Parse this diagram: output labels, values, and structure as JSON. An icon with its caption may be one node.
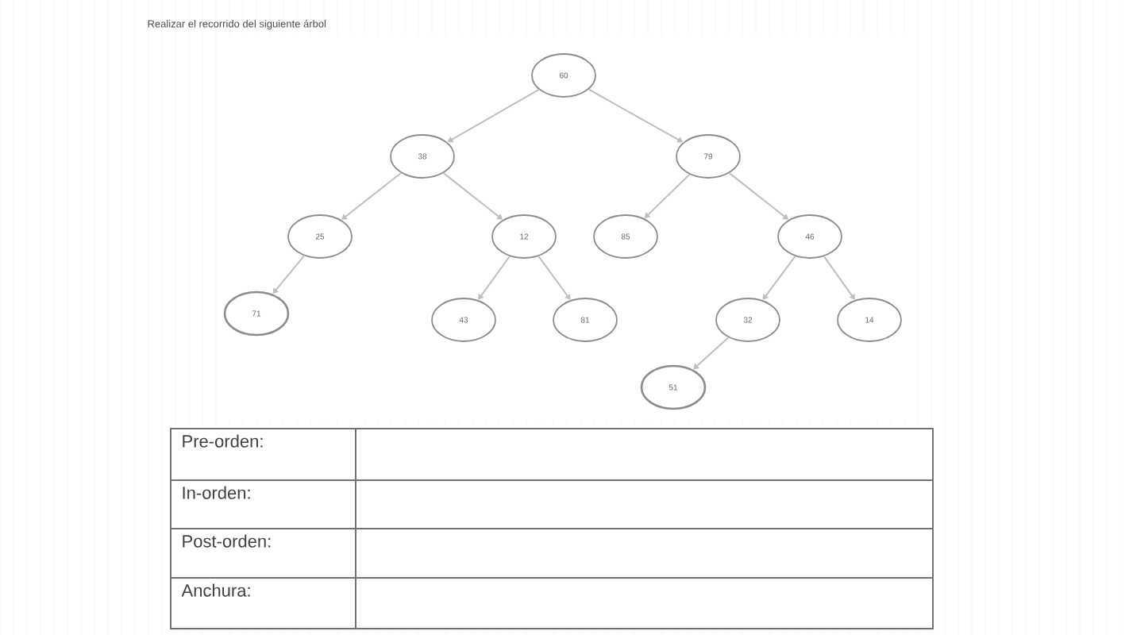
{
  "diagram": {
    "title": "Realizar el recorrido del siguiente árbol",
    "nodes": [
      {
        "text": [
          "60"
        ]
      },
      {
        "text": [
          "38"
        ]
      },
      {
        "text": [
          "79"
        ]
      },
      {
        "text": [
          "25"
        ]
      },
      {
        "text": [
          "12"
        ]
      },
      {
        "text": [
          "85"
        ]
      },
      {
        "text": [
          "46"
        ]
      },
      {
        "text": [
          "71"
        ]
      },
      {
        "text": [
          "43"
        ]
      },
      {
        "text": [
          "81"
        ]
      },
      {
        "text": [
          "32"
        ]
      },
      {
        "text": [
          "14"
        ]
      },
      {
        "text": [
          "51"
        ]
      }
    ],
    "edges": [
      {
        "from": 0,
        "to": 1,
        "arrow": "to"
      },
      {
        "from": 0,
        "to": 2,
        "arrow": "to"
      },
      {
        "from": 1,
        "to": 3,
        "arrow": "to"
      },
      {
        "from": 1,
        "to": 4,
        "arrow": "to"
      },
      {
        "from": 2,
        "to": 5,
        "arrow": "to"
      },
      {
        "from": 2,
        "to": 6,
        "arrow": "to"
      },
      {
        "from": 3,
        "to": 7,
        "arrow": "to"
      },
      {
        "from": 4,
        "to": 8,
        "arrow": "to"
      },
      {
        "from": 4,
        "to": 9,
        "arrow": "to"
      },
      {
        "from": 6,
        "to": 10,
        "arrow": "to"
      },
      {
        "from": 6,
        "to": 11,
        "arrow": "to"
      },
      {
        "from": 10,
        "to": 12,
        "arrow": "to"
      }
    ],
    "labels": [
      "Pre-orden:",
      "In-orden:",
      "Post-orden:",
      "Anchura:"
    ]
  }
}
